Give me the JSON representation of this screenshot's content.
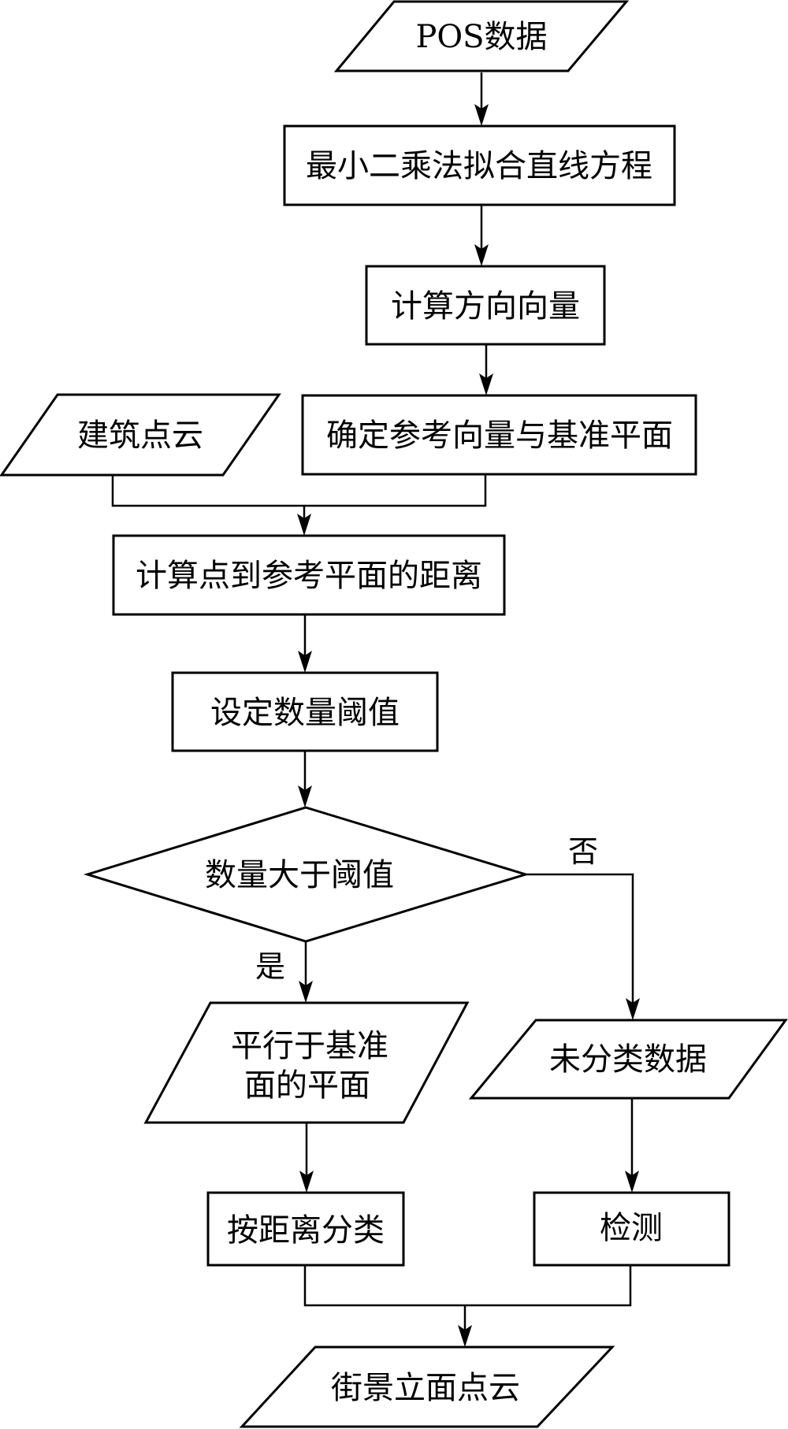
{
  "diagram": {
    "type": "flowchart",
    "nodes": [
      {
        "id": "pos_data",
        "shape": "parallelogram",
        "label": "POS数据"
      },
      {
        "id": "least_squares",
        "shape": "rectangle",
        "label": "最小二乘法拟合直线方程"
      },
      {
        "id": "direction_vector",
        "shape": "rectangle",
        "label": "计算方向向量"
      },
      {
        "id": "building_cloud",
        "shape": "parallelogram",
        "label": "建筑点云"
      },
      {
        "id": "reference_plane",
        "shape": "rectangle",
        "label": "确定参考向量与基准平面"
      },
      {
        "id": "point_distance",
        "shape": "rectangle",
        "label": "计算点到参考平面的距离"
      },
      {
        "id": "set_threshold",
        "shape": "rectangle",
        "label": "设定数量阈值"
      },
      {
        "id": "decision",
        "shape": "diamond",
        "label": "数量大于阈值"
      },
      {
        "id": "parallel_planes",
        "shape": "parallelogram",
        "label_lines": [
          "平行于基准",
          "面的平面"
        ]
      },
      {
        "id": "unclassified",
        "shape": "parallelogram",
        "label": "未分类数据"
      },
      {
        "id": "classify_distance",
        "shape": "rectangle",
        "label": "按距离分类"
      },
      {
        "id": "detect",
        "shape": "rectangle",
        "label": "检测"
      },
      {
        "id": "facade_cloud",
        "shape": "parallelogram",
        "label": "街景立面点云"
      }
    ],
    "edge_labels": {
      "yes": "是",
      "no": "否"
    },
    "edges": [
      {
        "from": "pos_data",
        "to": "least_squares"
      },
      {
        "from": "least_squares",
        "to": "direction_vector"
      },
      {
        "from": "direction_vector",
        "to": "reference_plane"
      },
      {
        "from": "building_cloud",
        "to": "point_distance"
      },
      {
        "from": "reference_plane",
        "to": "point_distance"
      },
      {
        "from": "point_distance",
        "to": "set_threshold"
      },
      {
        "from": "set_threshold",
        "to": "decision"
      },
      {
        "from": "decision",
        "to": "parallel_planes",
        "label": "是"
      },
      {
        "from": "decision",
        "to": "unclassified",
        "label": "否"
      },
      {
        "from": "parallel_planes",
        "to": "classify_distance"
      },
      {
        "from": "unclassified",
        "to": "detect"
      },
      {
        "from": "classify_distance",
        "to": "facade_cloud"
      },
      {
        "from": "detect",
        "to": "facade_cloud"
      }
    ]
  }
}
